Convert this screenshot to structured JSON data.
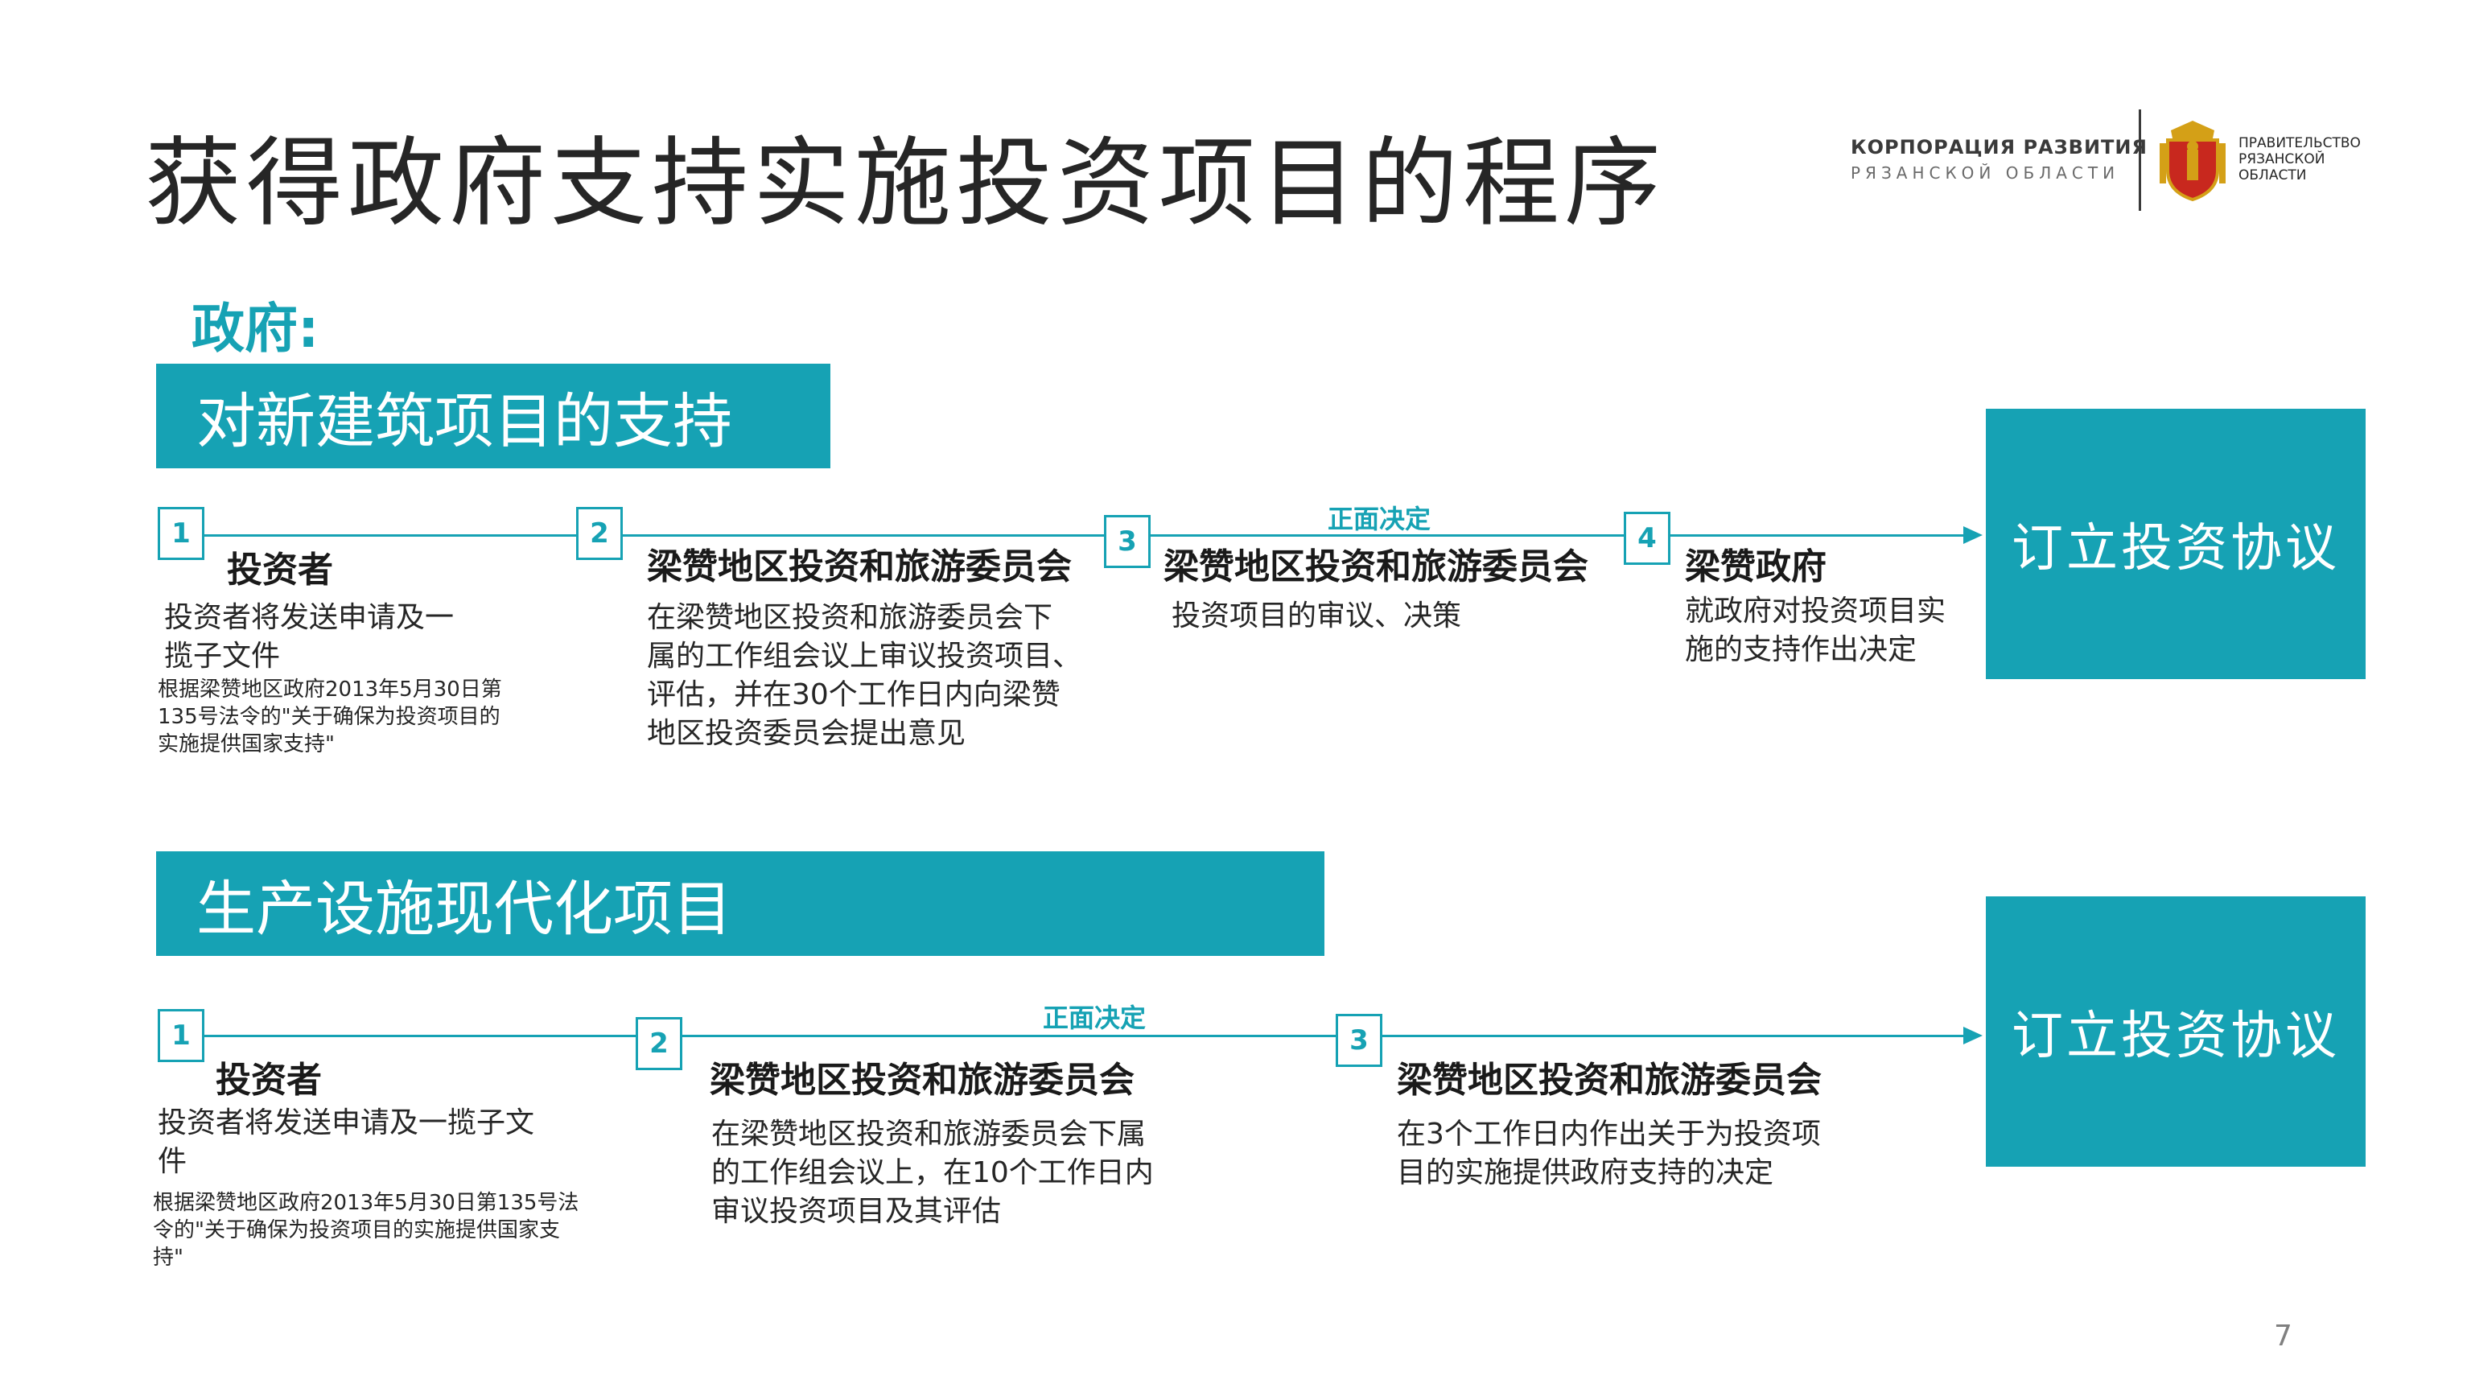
{
  "title": "获得政府支持实施投资项目的程序",
  "gov_label": "政府:",
  "logo": {
    "corp_line1": "КОРПОРАЦИЯ РАЗВИТИЯ",
    "corp_line2": "РЯЗАНСКОЙ ОБЛАСТИ",
    "gov_line1": "ПРАВИТЕЛЬСТВО",
    "gov_line2": "РЯЗАНСКОЙ",
    "gov_line3": "ОБЛАСТИ",
    "corp_icon": "building-logo-icon",
    "gov_icon": "coat-of-arms-icon"
  },
  "colors": {
    "accent": "#16a2b4",
    "text": "#1a1a1a"
  },
  "section1": {
    "heading": "对新建筑项目的支持",
    "agreement": "订立投资协议",
    "positive_label": "正面决定",
    "steps": [
      {
        "num": "1",
        "head": "投资者",
        "desc_lines": [
          "投资者将发送申请及一",
          "揽子文件"
        ],
        "note_lines": [
          "根据梁赞地区政府2013年5月30日第",
          "135号法令的\"关于确保为投资项目的",
          "实施提供国家支持\""
        ]
      },
      {
        "num": "2",
        "head": "梁赞地区投资和旅游委员会",
        "desc_lines": [
          "在梁赞地区投资和旅游委员会下",
          "属的工作组会议上审议投资项目、",
          "评估，并在30个工作日内向梁赞",
          "地区投资委员会提出意见"
        ]
      },
      {
        "num": "3",
        "head": "梁赞地区投资和旅游委员会",
        "desc_lines": [
          "投资项目的审议、决策"
        ]
      },
      {
        "num": "4",
        "head": "梁赞政府",
        "desc_lines": [
          "就政府对投资项目实",
          "施的支持作出决定"
        ]
      }
    ]
  },
  "section2": {
    "heading": "生产设施现代化项目",
    "agreement": "订立投资协议",
    "positive_label": "正面决定",
    "steps": [
      {
        "num": "1",
        "head": "投资者",
        "desc_lines": [
          "投资者将发送申请及一揽子文",
          "件"
        ],
        "note_lines": [
          "根据梁赞地区政府2013年5月30日第135号法",
          "令的\"关于确保为投资项目的实施提供国家支",
          "持\""
        ]
      },
      {
        "num": "2",
        "head": "梁赞地区投资和旅游委员会",
        "desc_lines": [
          "在梁赞地区投资和旅游委员会下属",
          "的工作组会议上，在10个工作日内",
          "审议投资项目及其评估"
        ]
      },
      {
        "num": "3",
        "head": "梁赞地区投资和旅游委员会",
        "desc_lines": [
          "在3个工作日内作出关于为投资项",
          "目的实施提供政府支持的决定"
        ]
      }
    ]
  },
  "page_number": "7"
}
